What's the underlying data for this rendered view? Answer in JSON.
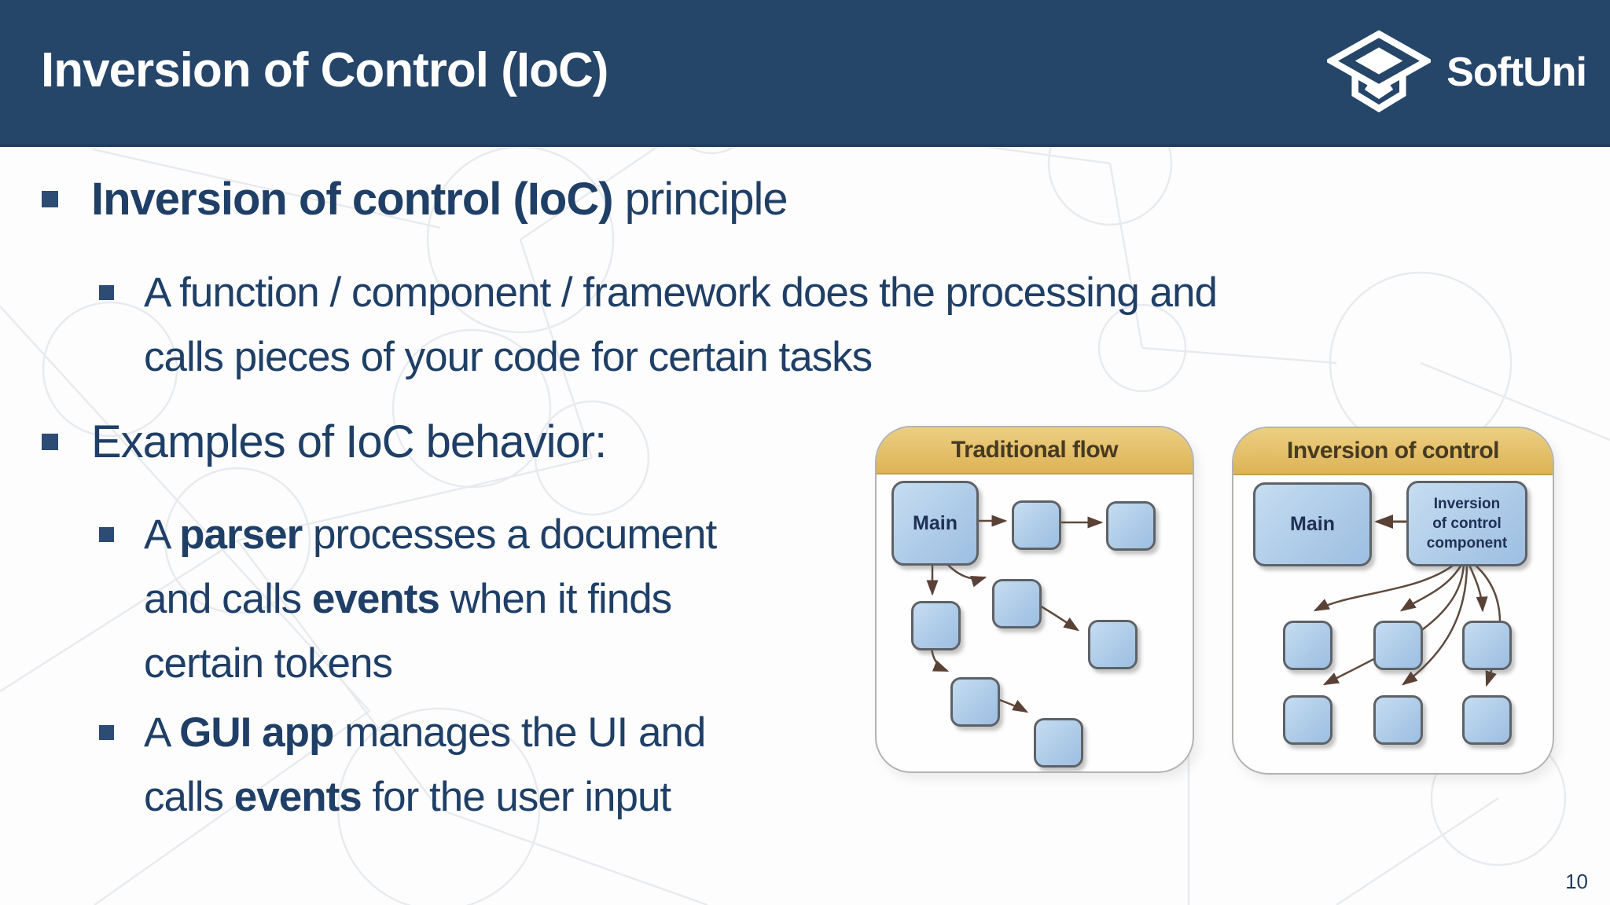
{
  "slide": {
    "title": "Inversion of Control (IoC)",
    "logo": {
      "text": "SoftUni",
      "icon": "graduation-cap-icon"
    },
    "page_number": "10",
    "colors": {
      "header_bg": "#254569",
      "body_text": "#1f3f66",
      "bullet_marker": "#2c4c74",
      "band_gold": "#e2bc62",
      "band_text": "#463a22",
      "node_fill": "#aecbe8",
      "node_border": "#5e6266",
      "arrow": "#5f4a3d",
      "panel_border": "#b3b3b0"
    }
  },
  "bullets": [
    {
      "level": 1,
      "lines": [
        [
          {
            "t": "Inversion of control (IoC)",
            "b": true
          },
          {
            "t": " principle",
            "b": false
          }
        ]
      ]
    },
    {
      "level": 2,
      "lines": [
        [
          {
            "t": "A function / component / framework does the processing and",
            "b": false
          }
        ],
        [
          {
            "t": "calls pieces of your code for certain tasks",
            "b": false
          }
        ]
      ]
    },
    {
      "level": 1,
      "lines": [
        [
          {
            "t": "Examples of IoC behavior:",
            "b": false
          }
        ]
      ]
    },
    {
      "level": 2,
      "lines": [
        [
          {
            "t": "A ",
            "b": false
          },
          {
            "t": "parser",
            "b": true
          },
          {
            "t": " processes a document",
            "b": false
          }
        ],
        [
          {
            "t": "and calls ",
            "b": false
          },
          {
            "t": "events",
            "b": true
          },
          {
            "t": " when it finds",
            "b": false
          }
        ],
        [
          {
            "t": "certain tokens",
            "b": false
          }
        ]
      ]
    },
    {
      "level": 2,
      "lines": [
        [
          {
            "t": "A ",
            "b": false
          },
          {
            "t": "GUI app",
            "b": true
          },
          {
            "t": " manages the UI and",
            "b": false
          }
        ],
        [
          {
            "t": "calls ",
            "b": false
          },
          {
            "t": "events",
            "b": true
          },
          {
            "t": " for the user input",
            "b": false
          }
        ]
      ]
    }
  ],
  "diagrams": {
    "traditional": {
      "title": "Traditional flow",
      "main_label": "Main"
    },
    "inversion": {
      "title": "Inversion of control",
      "main_label": "Main",
      "component_label_lines": [
        "Inversion",
        "of control",
        "component"
      ]
    }
  }
}
